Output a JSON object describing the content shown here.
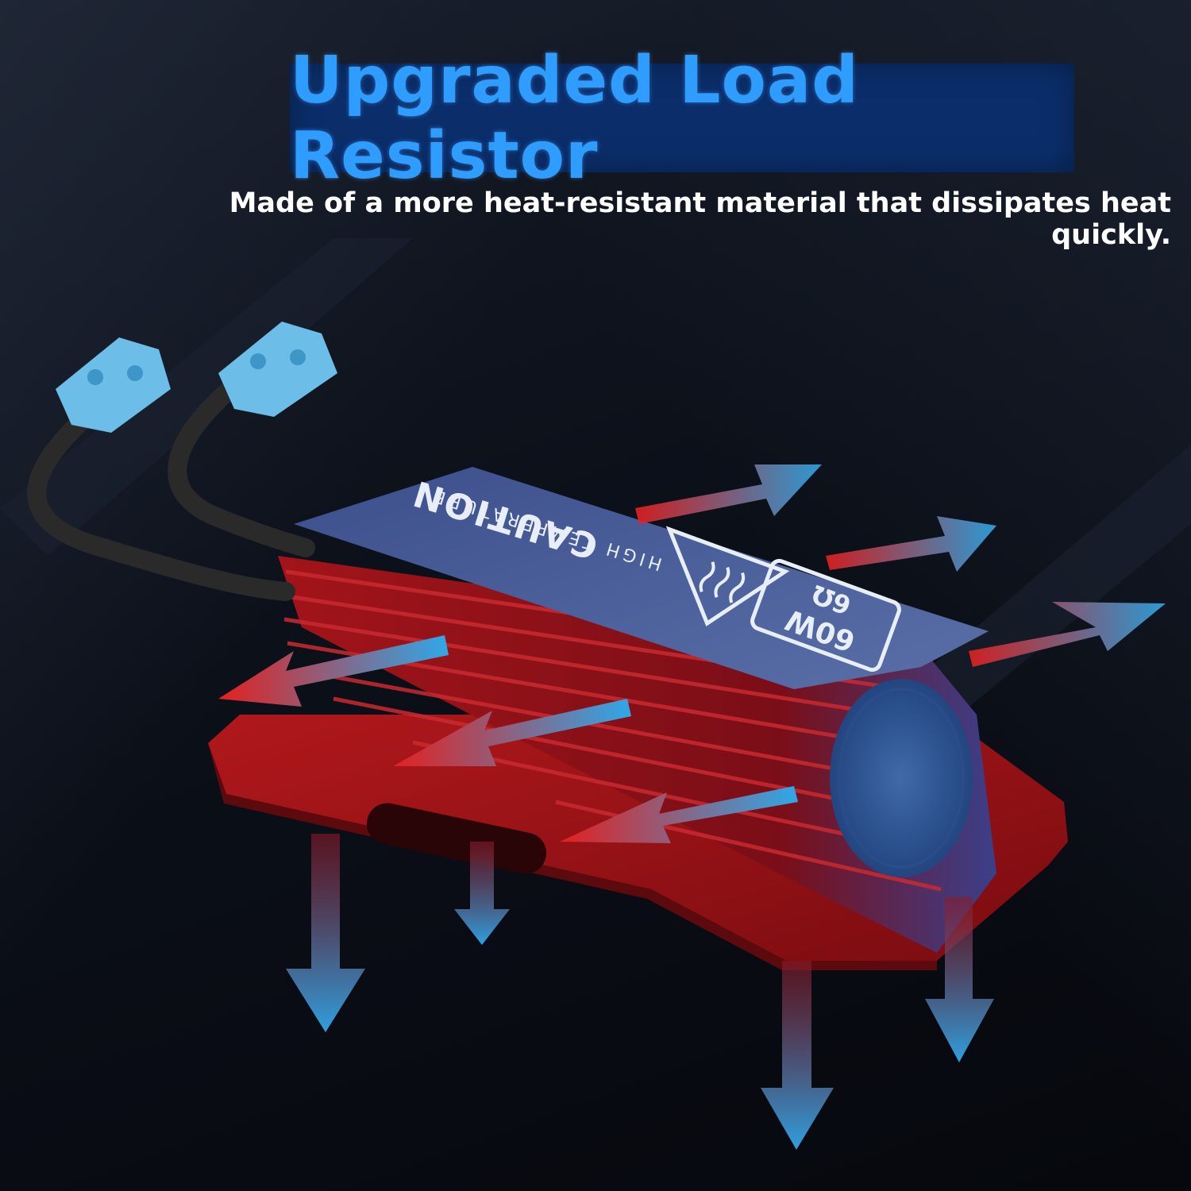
{
  "hero": {
    "title": "Upgraded Load Resistor",
    "subtitle": "Made of a more heat-resistant material that dissipates heat quickly."
  },
  "product": {
    "label_caution": "CAUTION",
    "label_high_temp": "HIGH TEMPERATURE",
    "rating_power": "60W",
    "rating_resistance": "6Ω",
    "icons": [
      "hot-surface-warning-icon",
      "heat-flow-arrow-icon"
    ]
  },
  "colors": {
    "background": "#0a0e17",
    "title_band": "#0b2e6b",
    "title_text": "#2f9cff",
    "heatsink_red": "#a3151a",
    "cool_blue": "#2fa0e0"
  }
}
